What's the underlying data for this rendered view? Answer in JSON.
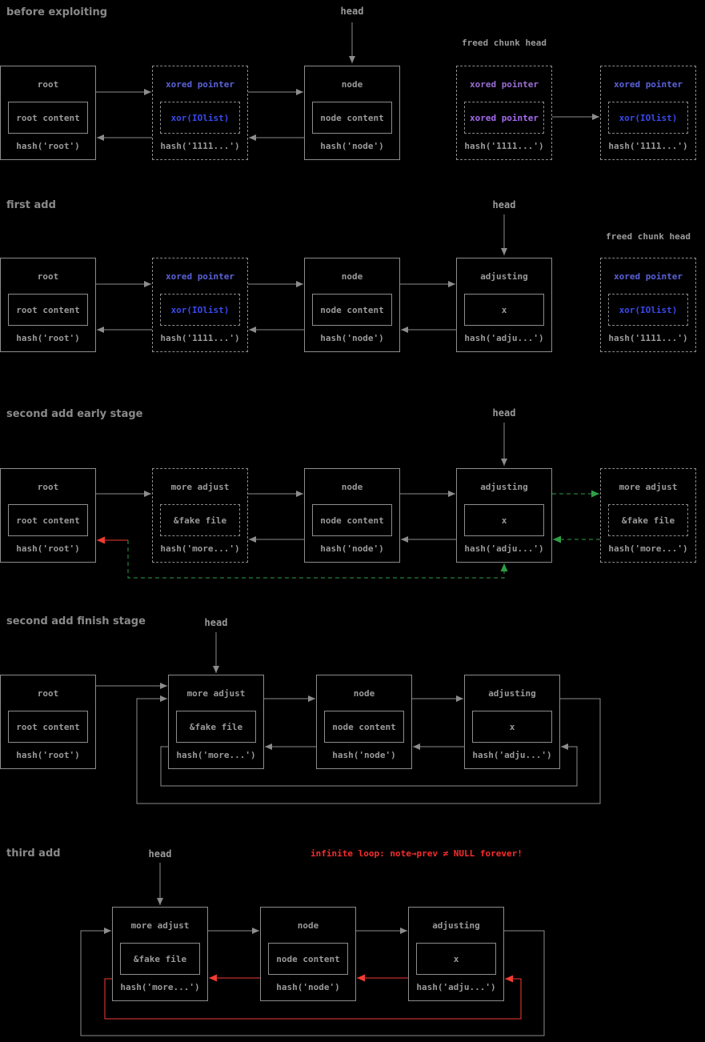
{
  "colors": {
    "background": "#000000",
    "gray_line": "#8c8c8c",
    "gray_text": "#9a9a9a",
    "blue_title": "#5a62d8",
    "blue_inner": "#3b49ef",
    "purple_title": "#9c6fd4",
    "purple_inner": "#a66cf0",
    "red": "#f23b33",
    "green": "#2f9e44"
  },
  "sections": [
    {
      "title": "before exploiting",
      "head_label": "head",
      "freed_label": "freed chunk head",
      "boxes": [
        {
          "title": "root",
          "inner": "root content",
          "hash": "hash('root')"
        },
        {
          "title": "xored pointer",
          "inner": "xor(IOlist)",
          "hash": "hash('1111...')"
        },
        {
          "title": "node",
          "inner": "node content",
          "hash": "hash('node')"
        },
        {
          "title": "xored pointer",
          "inner": "xored pointer",
          "hash": "hash('1111...')"
        },
        {
          "title": "xored pointer",
          "inner": "xor(IOlist)",
          "hash": "hash('1111...')"
        }
      ]
    },
    {
      "title": "first add",
      "head_label": "head",
      "freed_label": "freed chunk head",
      "boxes": [
        {
          "title": "root",
          "inner": "root content",
          "hash": "hash('root')"
        },
        {
          "title": "xored pointer",
          "inner": "xor(IOlist)",
          "hash": "hash('1111...')"
        },
        {
          "title": "node",
          "inner": "node content",
          "hash": "hash('node')"
        },
        {
          "title": "adjusting",
          "inner": "x",
          "hash": "hash('adju...')"
        },
        {
          "title": "xored pointer",
          "inner": "xor(IOlist)",
          "hash": "hash('1111...')"
        }
      ]
    },
    {
      "title": "second add early stage",
      "head_label": "head",
      "boxes": [
        {
          "title": "root",
          "inner": "root content",
          "hash": "hash('root')"
        },
        {
          "title": "more adjust",
          "inner": "&fake file",
          "hash": "hash('more...')"
        },
        {
          "title": "node",
          "inner": "node content",
          "hash": "hash('node')"
        },
        {
          "title": "adjusting",
          "inner": "x",
          "hash": "hash('adju...')"
        },
        {
          "title": "more adjust",
          "inner": "&fake file",
          "hash": "hash('more...')"
        }
      ]
    },
    {
      "title": "second add finish stage",
      "head_label": "head",
      "boxes": [
        {
          "title": "root",
          "inner": "root content",
          "hash": "hash('root')"
        },
        {
          "title": "more adjust",
          "inner": "&fake file",
          "hash": "hash('more...')"
        },
        {
          "title": "node",
          "inner": "node content",
          "hash": "hash('node')"
        },
        {
          "title": "adjusting",
          "inner": "x",
          "hash": "hash('adju...')"
        }
      ]
    },
    {
      "title": "third add",
      "head_label": "head",
      "annotation": "infinite loop: note→prev ≠ NULL forever!",
      "boxes": [
        {
          "title": "more adjust",
          "inner": "&fake file",
          "hash": "hash('more...')"
        },
        {
          "title": "node",
          "inner": "node content",
          "hash": "hash('node')"
        },
        {
          "title": "adjusting",
          "inner": "x",
          "hash": "hash('adju...')"
        }
      ]
    }
  ]
}
